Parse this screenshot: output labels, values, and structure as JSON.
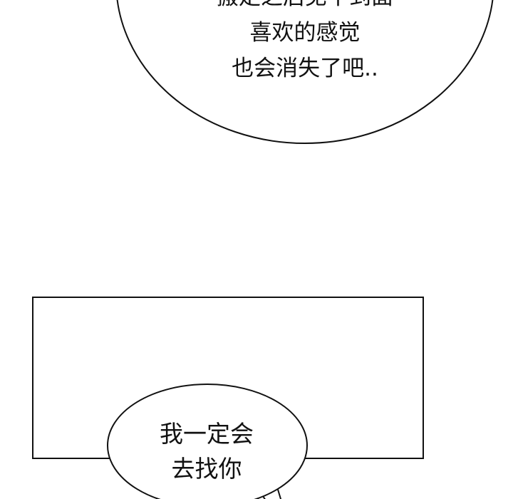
{
  "panels": {
    "top_bubble": {
      "lines": [
        "搬走之后见不到面",
        "喜欢的感觉",
        "也会消失了吧.."
      ]
    },
    "bottom_bubble": {
      "lines": [
        "我一定会",
        "去找你"
      ]
    }
  },
  "colors": {
    "background": "#ffffff",
    "ink": "#111111"
  }
}
